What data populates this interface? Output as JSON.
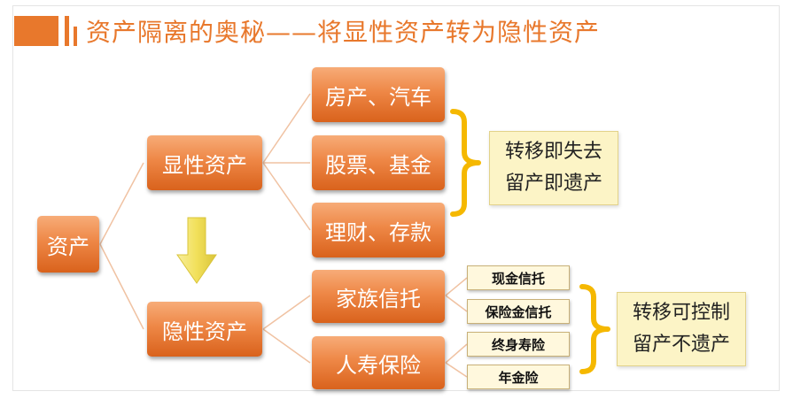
{
  "title": "资产隔离的奥秘——将显性资产转为隐性资产",
  "root": {
    "label": "资产"
  },
  "branches": [
    {
      "label": "显性资产",
      "children": [
        "房产、汽车",
        "股票、基金",
        "理财、存款"
      ],
      "callout": [
        "转移即失去",
        "留产即遗产"
      ]
    },
    {
      "label": "隐性资产",
      "children": [
        "家族信托",
        "人寿保险"
      ],
      "tags": [
        {
          "parent": "家族信托",
          "items": [
            "现金信托",
            "保险金信托"
          ]
        },
        {
          "parent": "人寿保险",
          "items": [
            "终身寿险",
            "年金险"
          ]
        }
      ],
      "callout": [
        "转移可控制",
        "留产不遗产"
      ]
    }
  ],
  "colors": {
    "accent": "#e8782c",
    "node": "#ee8746",
    "arrow": "#f2e05a",
    "brace": "#f5b800",
    "line": "#f0c2a2"
  },
  "icons": [
    "down-arrow-icon",
    "curly-brace-icon"
  ]
}
